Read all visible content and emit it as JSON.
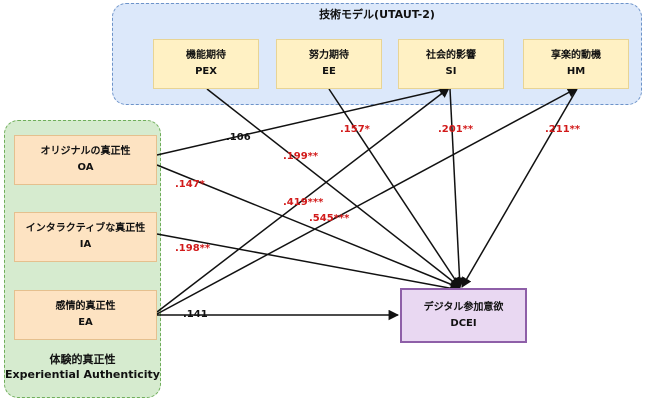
{
  "groups": {
    "utaut": {
      "title": "技術モデル(UTAUT-2)"
    },
    "experiential": {
      "title_jp": "体験的真正性",
      "title_en": "Experiential Authenticity"
    }
  },
  "nodes": {
    "pex": {
      "label": "機能期待",
      "abbr": "PEX"
    },
    "ee": {
      "label": "努力期待",
      "abbr": "EE"
    },
    "si": {
      "label": "社会的影響",
      "abbr": "SI"
    },
    "hm": {
      "label": "享楽的動機",
      "abbr": "HM"
    },
    "oa": {
      "label": "オリジナルの真正性",
      "abbr": "OA"
    },
    "ia": {
      "label": "インタラクティブな真正性",
      "abbr": "IA"
    },
    "ea": {
      "label": "感情的真正性",
      "abbr": "EA"
    },
    "dcei": {
      "label": "デジタル参加意欲",
      "abbr": "DCEI"
    }
  },
  "paths": [
    {
      "id": "oa-si",
      "from": "OA",
      "to": "SI",
      "coef": ".106",
      "significant": false
    },
    {
      "id": "oa-dcei",
      "from": "OA",
      "to": "DCEI",
      "coef": ".147*",
      "significant": true
    },
    {
      "id": "ia-dcei",
      "from": "IA",
      "to": "DCEI",
      "coef": ".198**",
      "significant": true
    },
    {
      "id": "ea-dcei",
      "from": "EA",
      "to": "DCEI",
      "coef": ".141",
      "significant": false
    },
    {
      "id": "ea-si",
      "from": "EA",
      "to": "SI",
      "coef": ".419***",
      "significant": true
    },
    {
      "id": "ea-hm",
      "from": "EA",
      "to": "HM",
      "coef": ".545***",
      "significant": true
    },
    {
      "id": "pex-dcei",
      "from": "PEX",
      "to": "DCEI",
      "coef": ".199**",
      "significant": true
    },
    {
      "id": "ee-dcei",
      "from": "EE",
      "to": "DCEI",
      "coef": ".157*",
      "significant": true
    },
    {
      "id": "si-dcei",
      "from": "SI",
      "to": "DCEI",
      "coef": ".201**",
      "significant": true
    },
    {
      "id": "hm-dcei",
      "from": "HM",
      "to": "DCEI",
      "coef": ".211**",
      "significant": true
    }
  ],
  "colors": {
    "significant": "#d21a1a",
    "non_significant": "#111111"
  }
}
